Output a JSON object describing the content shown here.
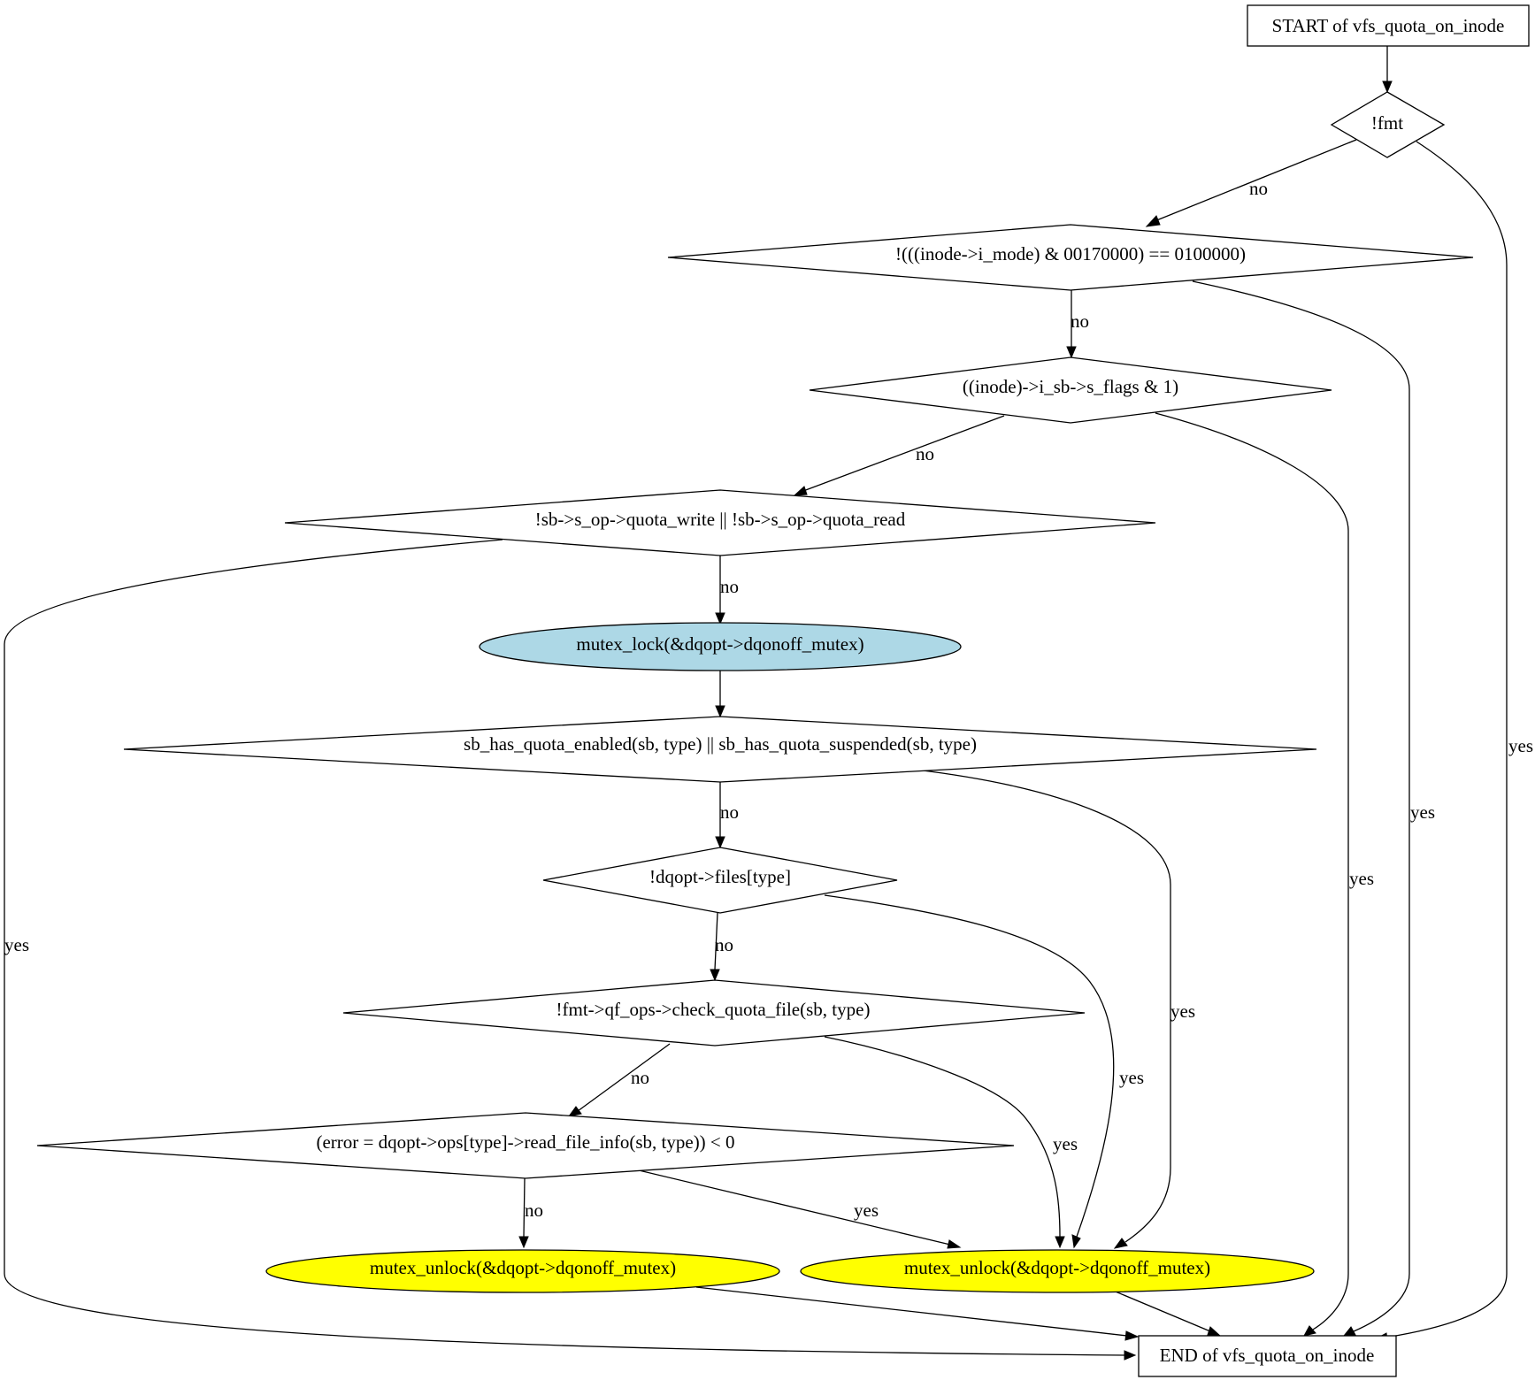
{
  "colors": {
    "rect_fill": "#ffffff",
    "decision_fill": "#ffffff",
    "lock_fill": "#add8e6",
    "unlock_fill": "#ffff00",
    "stroke": "#000000"
  },
  "nodes": {
    "start": "START of vfs_quota_on_inode",
    "d_fmt": "!fmt",
    "d_imode": "!(((inode->i_mode) & 00170000) == 0100000)",
    "d_flags": "((inode)->i_sb->s_flags & 1)",
    "d_quota_ops": "!sb->s_op->quota_write || !sb->s_op->quota_read",
    "lock": "mutex_lock(&dqopt->dqonoff_mutex)",
    "d_enabled": "sb_has_quota_enabled(sb, type) || sb_has_quota_suspended(sb, type)",
    "d_files": "!dqopt->files[type]",
    "d_check": "!fmt->qf_ops->check_quota_file(sb, type)",
    "d_error": "(error = dqopt->ops[type]->read_file_info(sb, type)) < 0",
    "unlock_left": "mutex_unlock(&dqopt->dqonoff_mutex)",
    "unlock_right": "mutex_unlock(&dqopt->dqonoff_mutex)",
    "end": "END of vfs_quota_on_inode"
  },
  "edge_labels": {
    "fmt_no": "no",
    "fmt_yes": "yes",
    "imode_no": "no",
    "imode_yes": "yes",
    "flags_no": "no",
    "flags_yes": "yes",
    "quota_ops_no": "no",
    "quota_ops_yes": "yes",
    "enabled_no": "no",
    "enabled_yes": "yes",
    "files_no": "no",
    "files_yes": "yes",
    "check_no": "no",
    "check_yes": "yes",
    "error_no": "no",
    "error_yes": "yes"
  }
}
